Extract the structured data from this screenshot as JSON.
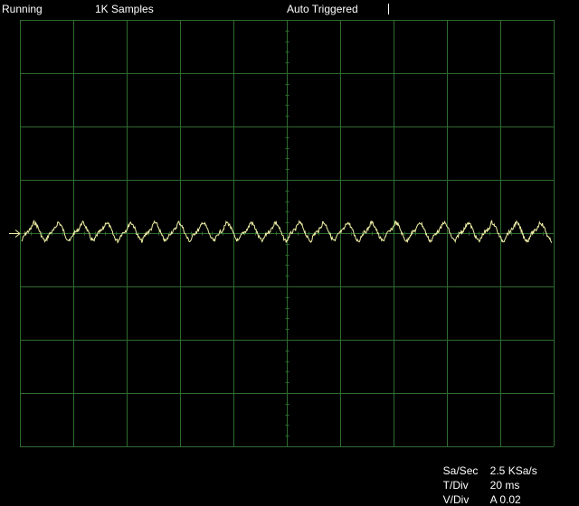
{
  "status": {
    "run_state": "Running",
    "samples": "1K Samples",
    "trigger_mode": "Auto Triggered"
  },
  "readout": {
    "sample_rate_label": "Sa/Sec",
    "sample_rate_value": "2.5 KSa/s",
    "time_div_label": "T/Div",
    "time_div_value": "20 ms",
    "volt_div_label": "V/Div",
    "volt_div_value": "A 0.02"
  },
  "colors": {
    "background": "#000000",
    "grid": "#2f6b2f",
    "trace": "#f0f0a8",
    "text": "#ffffff"
  },
  "chart_data": {
    "type": "line",
    "grid": true,
    "divisions": {
      "x": 10,
      "y": 8
    },
    "trace_cycles": 22,
    "signal_amplitude_divisions": 0.18
  }
}
